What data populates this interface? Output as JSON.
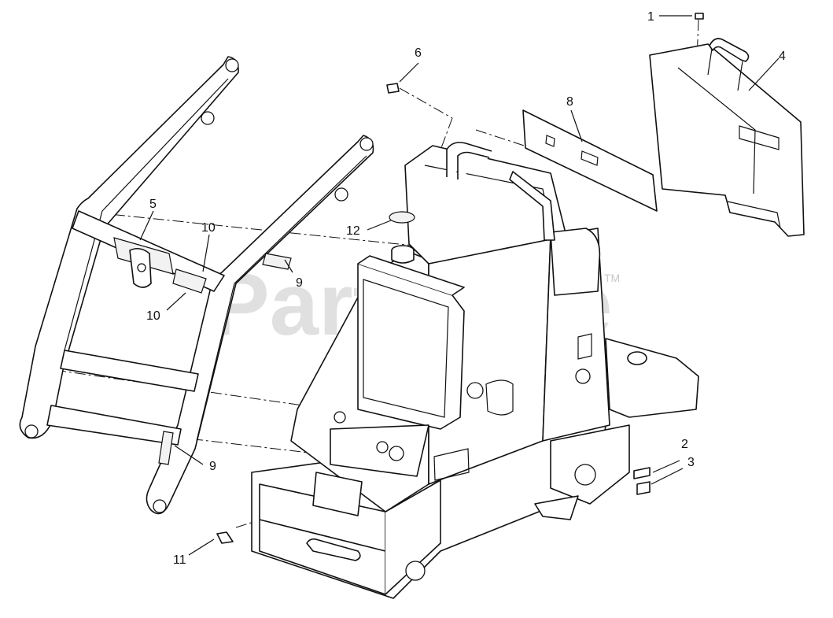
{
  "watermark": {
    "text": "PartsTree",
    "trademark": "TM"
  },
  "callouts": [
    {
      "id": "1",
      "label": "1"
    },
    {
      "id": "2",
      "label": "2"
    },
    {
      "id": "3",
      "label": "3"
    },
    {
      "id": "4",
      "label": "4"
    },
    {
      "id": "5",
      "label": "5"
    },
    {
      "id": "6",
      "label": "6"
    },
    {
      "id": "8",
      "label": "8"
    },
    {
      "id": "9a",
      "label": "9"
    },
    {
      "id": "9b",
      "label": "9"
    },
    {
      "id": "10a",
      "label": "10"
    },
    {
      "id": "10b",
      "label": "10"
    },
    {
      "id": "11",
      "label": "11"
    },
    {
      "id": "12",
      "label": "12"
    }
  ]
}
